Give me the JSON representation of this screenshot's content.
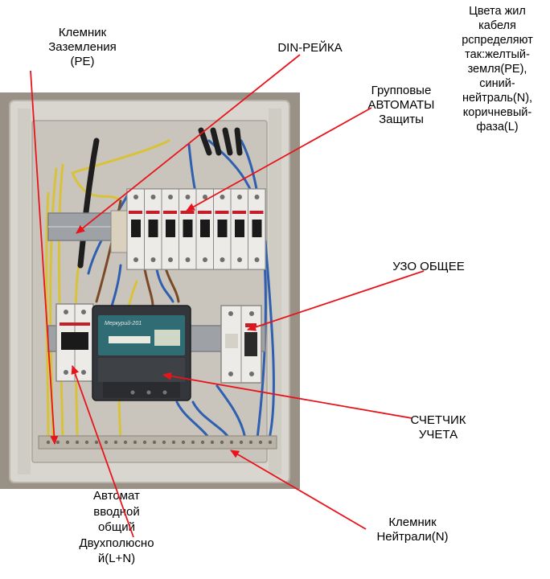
{
  "labels": {
    "pe_terminal": "Клемник\nЗаземления\n(PE)",
    "din_rail": "DIN-РЕЙКА",
    "group_breakers": "Групповые\nАВТОМАТЫ\nЗащиты",
    "color_legend": "Цвета жил\nкабеля\nрспределяют\nтак:желтый-\nземля(PE),\nсиний-\nнейтраль(N),\nкоричневый-\nфаза(L)",
    "rcd_main": "УЗО ОБЩЕЕ",
    "meter": "СЧЕТЧИК\nУЧЕТА",
    "neutral_terminal": "Клемник\nНейтрали(N)",
    "main_breaker": "Автомат\nвводной\nобщий\nДвухполюсно\nй(L+N)"
  },
  "device_text": {
    "meter_brand": "Меркурий-201"
  },
  "colors": {
    "arrow": "#e8141c",
    "wall": "#9a9186",
    "box": "#d9d6cf",
    "wire_yellow": "#d8c23a",
    "wire_blue": "#2f5fb0",
    "wire_brown": "#7a4a26",
    "breaker_body": "#ecebe7",
    "meter_body": "#33363a"
  }
}
